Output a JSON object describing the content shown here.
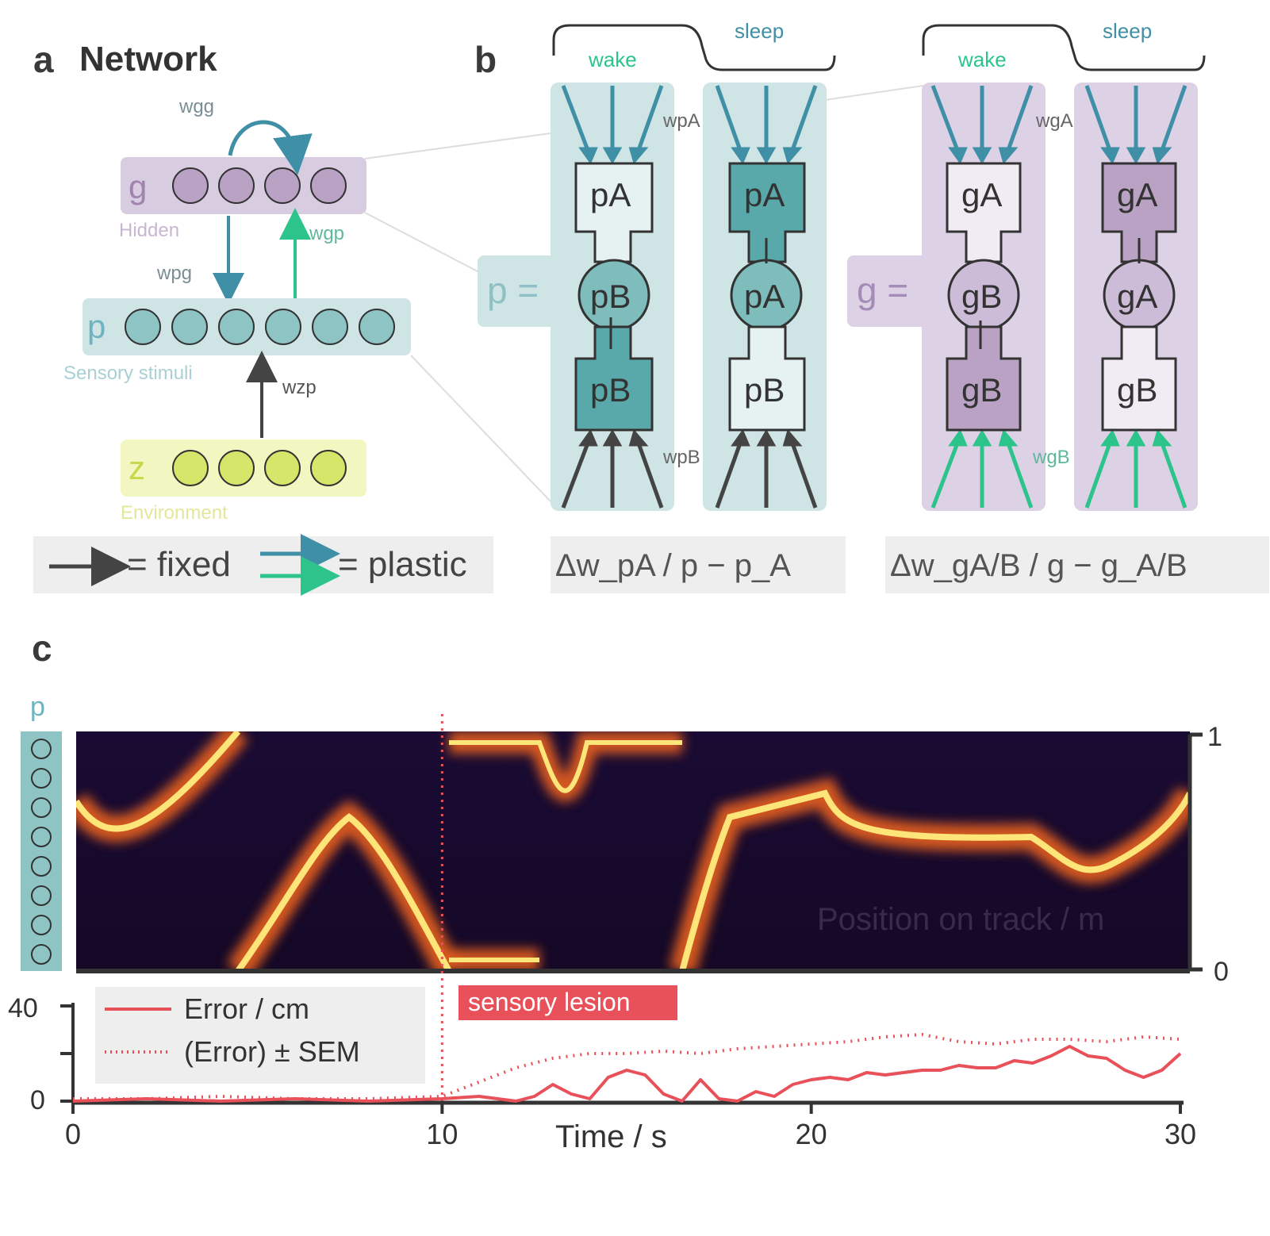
{
  "panel_a": {
    "letter": "a",
    "title": "Network",
    "layers": {
      "g": {
        "symbol": "g",
        "label": "Hidden",
        "color": "#d8cce0",
        "node_color": "#b9a2c4",
        "nodes": 4
      },
      "p": {
        "symbol": "p",
        "label": "Sensory stimuli",
        "color": "#cfe4e4",
        "node_color": "#8ec4c4",
        "nodes": 6
      },
      "z": {
        "symbol": "z",
        "label": "Environment",
        "color": "#f2f6c0",
        "node_color": "#d6e66a",
        "nodes": 4
      }
    },
    "weights": {
      "w_gg": "wgg",
      "w_pg": "wpg",
      "w_gp": "wgp",
      "w_zp": "wzp"
    },
    "legend": {
      "fixed": "= fixed",
      "plastic": "= plastic"
    }
  },
  "panel_b": {
    "letter": "b",
    "left": {
      "wake_label": "wake",
      "sleep_label": "sleep",
      "eq_symbol": "p =",
      "weight_top": "wpA",
      "weight_bottom": "wpB",
      "wake_top": "pA",
      "wake_mid": "pB",
      "wake_bot": "pB",
      "sleep_top": "pA",
      "sleep_mid": "pA",
      "sleep_bot": "pB",
      "formula": "Δw_pA / p − p_A"
    },
    "right": {
      "wake_label": "wake",
      "sleep_label": "sleep",
      "eq_symbol": "g =",
      "weight_top": "wgA",
      "weight_bottom": "wgB",
      "wake_top": "gA",
      "wake_mid": "gB",
      "wake_bot": "gB",
      "sleep_top": "gA",
      "sleep_mid": "gA",
      "sleep_bot": "gB",
      "formula": "Δw_gA/B / g − g_A/B"
    },
    "colors": {
      "teal": "#3f8fa6",
      "green": "#2cc48a",
      "dark": "#444444",
      "teal_bg": "#cfe4e4",
      "purple_bg": "#ddd1e6"
    }
  },
  "panel_c": {
    "letter": "c",
    "heatmap": {
      "side_label": "p",
      "annotation": "Position on track / m",
      "y_ticks": [
        "1",
        "0"
      ],
      "lesion_label": "sensory lesion"
    },
    "chart_data": {
      "type": "line",
      "xlabel": "Time / s",
      "xlim": [
        0,
        30
      ],
      "ylim": [
        0,
        40
      ],
      "x_ticks": [
        "0",
        "10",
        "20",
        "30"
      ],
      "y_ticks": [
        "40",
        "0"
      ],
      "lesion_time": 10,
      "series": [
        {
          "name": "Error / cm",
          "style": "solid",
          "color": "#e8505a",
          "x": [
            0,
            2,
            4,
            6,
            8,
            10,
            11,
            12,
            12.5,
            13,
            13.5,
            14,
            14.5,
            15,
            15.5,
            16,
            16.5,
            17,
            17.5,
            18,
            18.5,
            19,
            19.5,
            20,
            20.5,
            21,
            21.5,
            22,
            22.5,
            23,
            23.5,
            24,
            24.5,
            25,
            25.5,
            26,
            26.5,
            27,
            27.5,
            28,
            28.5,
            29,
            29.5,
            30
          ],
          "y": [
            0,
            1,
            0,
            1,
            0,
            1,
            2,
            0,
            2,
            7,
            3,
            1,
            10,
            13,
            11,
            3,
            0,
            9,
            1,
            0,
            4,
            2,
            7,
            9,
            10,
            9,
            12,
            11,
            12,
            13,
            13,
            15,
            14,
            14,
            17,
            16,
            19,
            23,
            19,
            18,
            13,
            10,
            13,
            20
          ]
        },
        {
          "name": "(Error) ± SEM",
          "style": "dotted",
          "color": "#e8505a",
          "x": [
            0,
            2,
            4,
            6,
            8,
            10,
            11,
            12,
            13,
            14,
            15,
            16,
            17,
            18,
            19,
            20,
            21,
            22,
            23,
            24,
            25,
            26,
            27,
            28,
            29,
            30
          ],
          "y": [
            1,
            1,
            2,
            1,
            1,
            2,
            8,
            14,
            18,
            20,
            20,
            21,
            20,
            22,
            23,
            24,
            25,
            27,
            28,
            25,
            24,
            26,
            26,
            25,
            27,
            26
          ]
        }
      ]
    }
  }
}
